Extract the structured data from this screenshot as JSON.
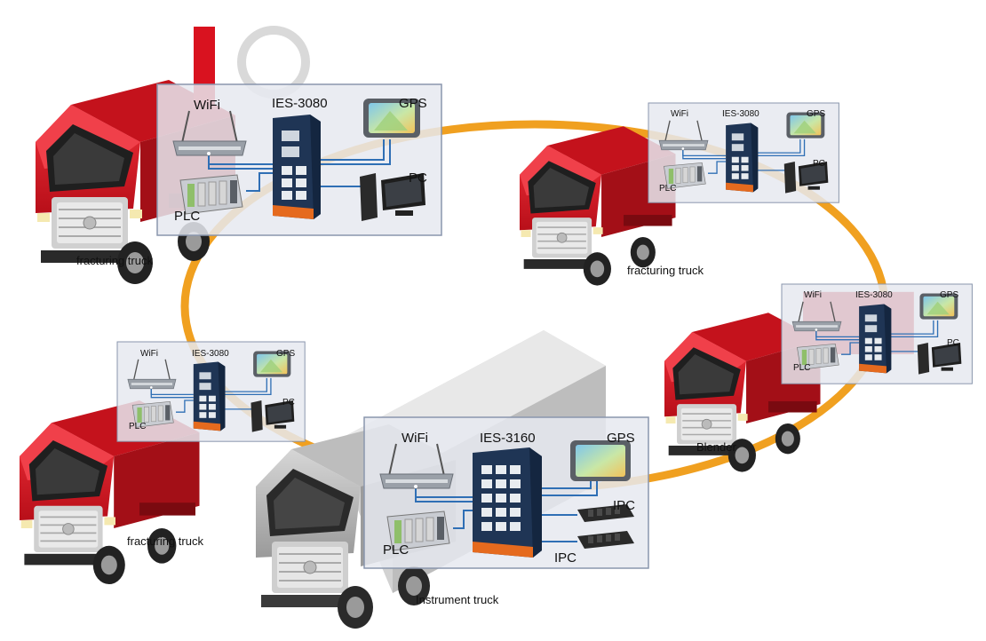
{
  "colors": {
    "ring": "#f0a020",
    "truck_red": "#d9121f",
    "truck_red_dark": "#9e0d16",
    "truck_gray": "#b8b8b8",
    "panel_bg": "#e6e9f0",
    "panel_border": "#8a96ad",
    "cable": "#2f6fb5",
    "switch_body": "#1f3555",
    "switch_accent": "#e56a1e"
  },
  "icons": [
    "wifi-router-icon",
    "ethernet-switch-icon",
    "gps-device-icon",
    "pc-icon",
    "plc-icon",
    "ipc-icon",
    "truck-icon"
  ],
  "trucks": {
    "t1": {
      "caption": "fracturing truck"
    },
    "t2": {
      "caption": "fracturing truck"
    },
    "t3": {
      "caption": "fracturing truck"
    },
    "t4": {
      "caption": "Blender"
    },
    "t5": {
      "caption": "Instrument truck"
    }
  },
  "panels": {
    "p1": {
      "wifi": "WiFi",
      "switch": "IES-3080",
      "gps": "GPS",
      "pc": "PC",
      "plc": "PLC"
    },
    "p2": {
      "wifi": "WiFi",
      "switch": "IES-3080",
      "gps": "GPS",
      "pc": "PC",
      "plc": "PLC"
    },
    "p3": {
      "wifi": "WiFi",
      "switch": "IES-3080",
      "gps": "GPS",
      "pc": "PC",
      "plc": "PLC"
    },
    "p4": {
      "wifi": "WiFi",
      "switch": "IES-3080",
      "gps": "GPS",
      "pc": "PC",
      "plc": "PLC"
    },
    "p5": {
      "wifi": "WiFi",
      "switch": "IES-3160",
      "gps": "GPS",
      "ipc1": "IPC",
      "ipc2": "IPC",
      "plc": "PLC"
    }
  }
}
